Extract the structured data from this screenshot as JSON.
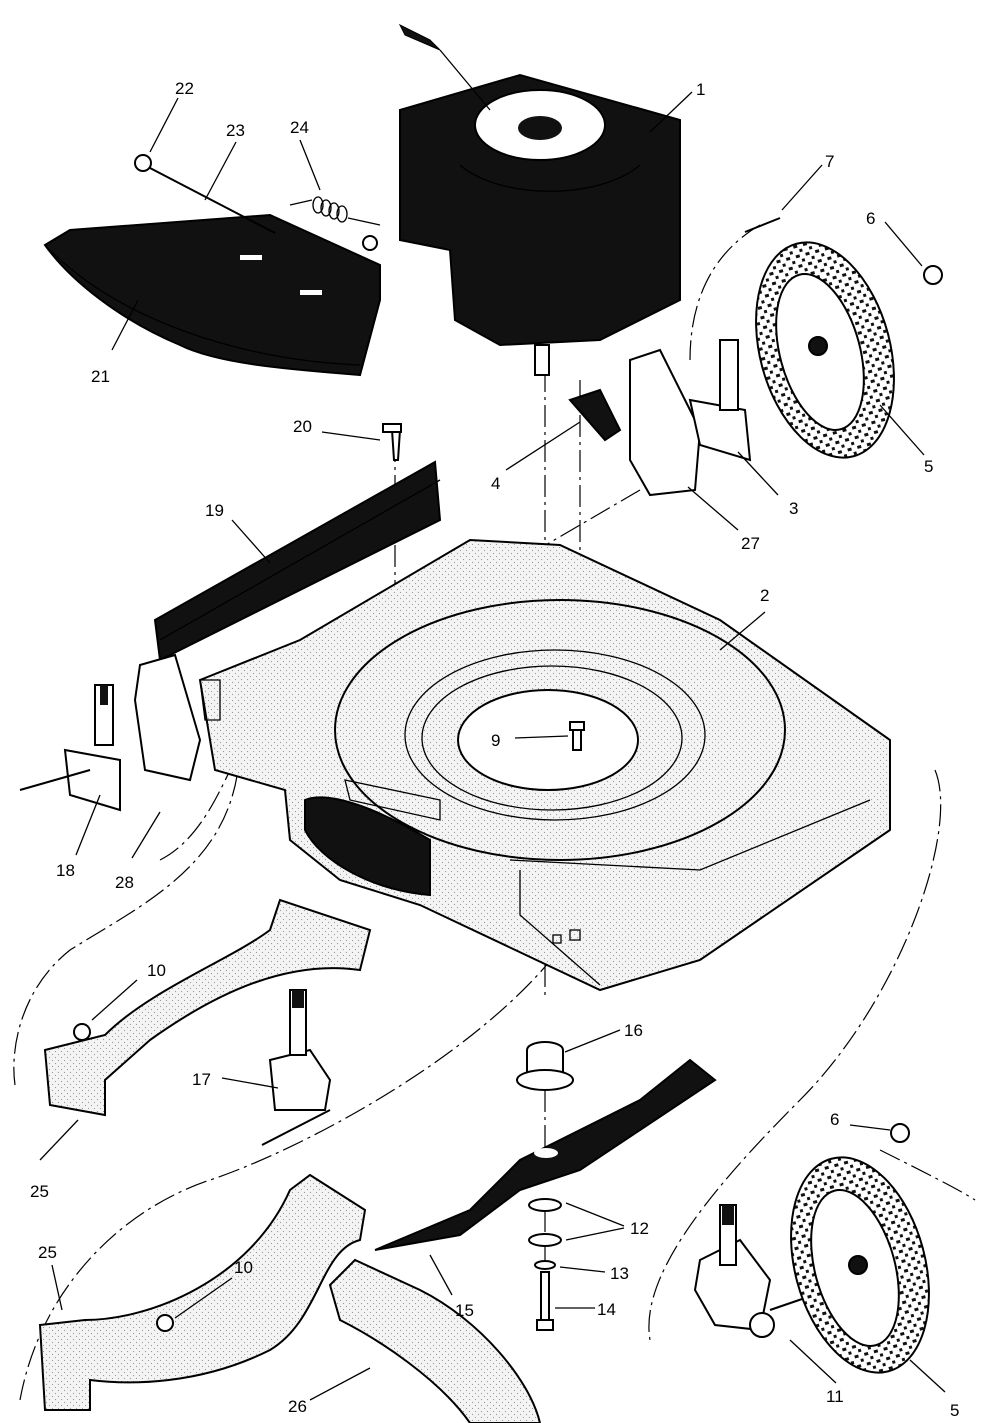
{
  "callouts": {
    "c1": "1",
    "c2": "2",
    "c3": "3",
    "c4": "4",
    "c5a": "5",
    "c5b": "5",
    "c6a": "6",
    "c6b": "6",
    "c7": "7",
    "c9": "9",
    "c10a": "10",
    "c10b": "10",
    "c11": "11",
    "c12": "12",
    "c13": "13",
    "c14": "14",
    "c15": "15",
    "c16": "16",
    "c17": "17",
    "c18": "18",
    "c19": "19",
    "c20": "20",
    "c21": "21",
    "c22": "22",
    "c23": "23",
    "c24": "24",
    "c25a": "25",
    "c25b": "25",
    "c26": "26",
    "c27": "27",
    "c28": "28"
  }
}
